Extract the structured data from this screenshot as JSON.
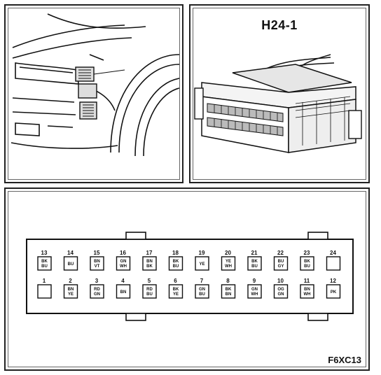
{
  "connector": {
    "title": "H24-1"
  },
  "figure": {
    "ref_code": "F6XC13"
  },
  "pins_top": [
    {
      "num": "13",
      "c1": "BK",
      "c2": "BU"
    },
    {
      "num": "14",
      "c1": "BU",
      "c2": ""
    },
    {
      "num": "15",
      "c1": "BN",
      "c2": "VT"
    },
    {
      "num": "16",
      "c1": "GN",
      "c2": "WH"
    },
    {
      "num": "17",
      "c1": "BN",
      "c2": "BK"
    },
    {
      "num": "18",
      "c1": "BK",
      "c2": "BU"
    },
    {
      "num": "19",
      "c1": "YE",
      "c2": ""
    },
    {
      "num": "20",
      "c1": "YE",
      "c2": "WH"
    },
    {
      "num": "21",
      "c1": "BK",
      "c2": "BU"
    },
    {
      "num": "22",
      "c1": "BU",
      "c2": "GY"
    },
    {
      "num": "23",
      "c1": "BK",
      "c2": "BU"
    },
    {
      "num": "24",
      "c1": "",
      "c2": ""
    }
  ],
  "pins_bottom": [
    {
      "num": "1",
      "c1": "",
      "c2": ""
    },
    {
      "num": "2",
      "c1": "BN",
      "c2": "YE"
    },
    {
      "num": "3",
      "c1": "RD",
      "c2": "GN"
    },
    {
      "num": "4",
      "c1": "BN",
      "c2": ""
    },
    {
      "num": "5",
      "c1": "RD",
      "c2": "BU"
    },
    {
      "num": "6",
      "c1": "BK",
      "c2": "YE"
    },
    {
      "num": "7",
      "c1": "GN",
      "c2": "BU"
    },
    {
      "num": "8",
      "c1": "BK",
      "c2": "BN"
    },
    {
      "num": "9",
      "c1": "GN",
      "c2": "WH"
    },
    {
      "num": "10",
      "c1": "OG",
      "c2": "GN"
    },
    {
      "num": "11",
      "c1": "BN",
      "c2": "WH"
    },
    {
      "num": "12",
      "c1": "PK",
      "c2": ""
    }
  ]
}
